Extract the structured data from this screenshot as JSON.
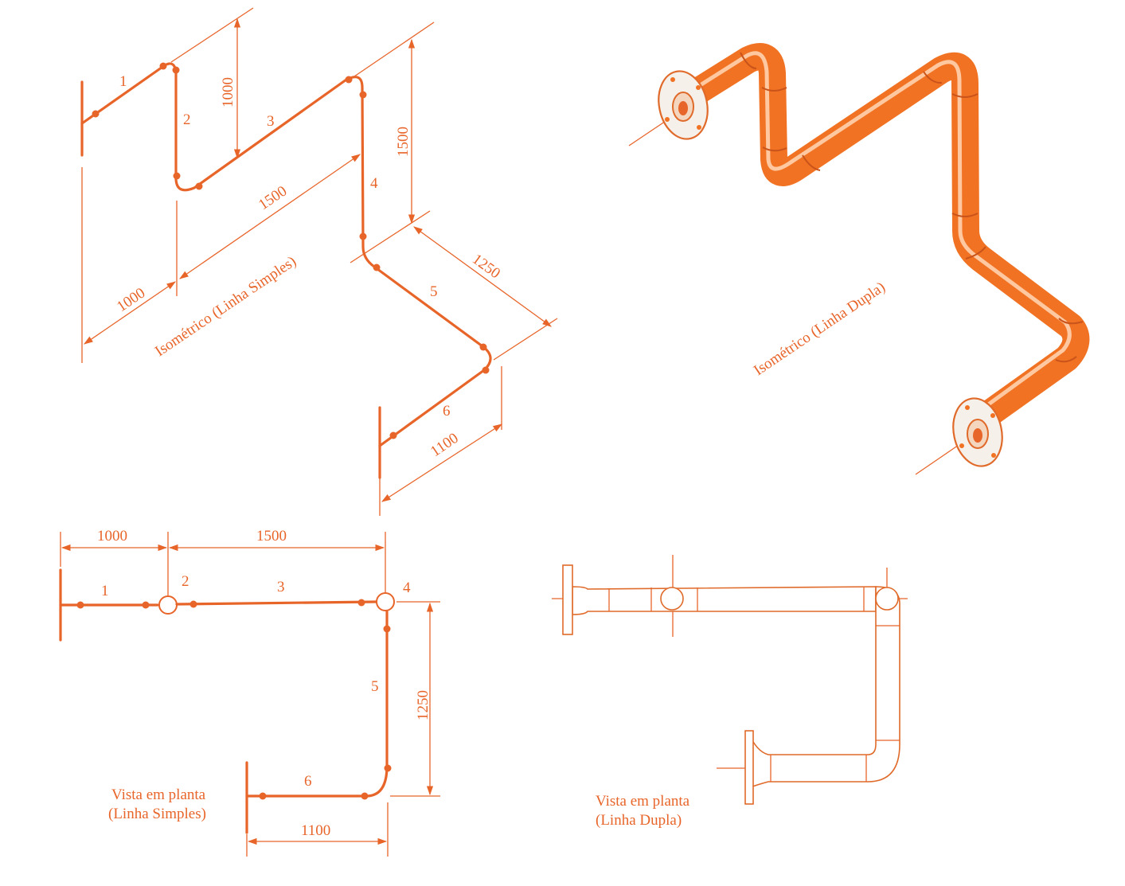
{
  "colors": {
    "line": "#e8652a",
    "pipe": "#f07222",
    "pipe_highlight": "#ffc8a0",
    "background": "#ffffff"
  },
  "isometric_simple": {
    "caption": "Isométrico (Linha Simples)",
    "segments": [
      "1",
      "2",
      "3",
      "4",
      "5",
      "6"
    ],
    "dimensions": {
      "d1000_vertical": "1000",
      "d1500_vertical": "1500",
      "d1500_horizontal": "1500",
      "d1000_horizontal": "1000",
      "d1250": "1250",
      "d1100": "1100"
    }
  },
  "isometric_double": {
    "caption": "Isométrico (Linha Dupla)"
  },
  "plan_simple": {
    "caption_line1": "Vista em planta",
    "caption_line2": "(Linha Simples)",
    "segments": [
      "1",
      "2",
      "3",
      "4",
      "5",
      "6"
    ],
    "dimensions": {
      "top_left": "1000",
      "top_right": "1500",
      "right": "1250",
      "bottom": "1100"
    }
  },
  "plan_double": {
    "caption_line1": "Vista em planta",
    "caption_line2": "(Linha Dupla)"
  }
}
